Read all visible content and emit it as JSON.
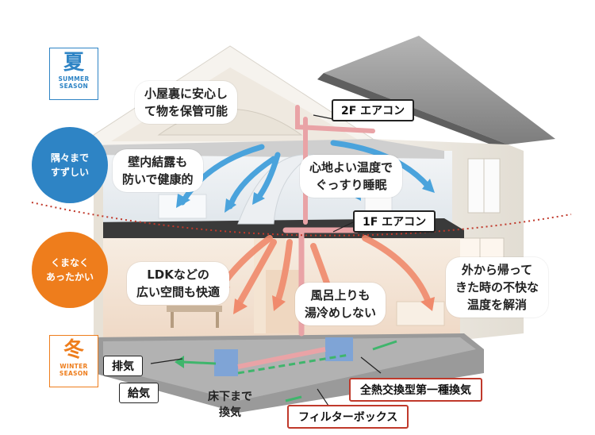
{
  "summer": {
    "badge_kanji": "夏",
    "badge_en_line1": "SUMMER",
    "badge_en_line2": "SEASON",
    "circle_text": "隅々まで\nすずしい",
    "color": "#2e84c5"
  },
  "winter": {
    "badge_kanji": "冬",
    "badge_en_line1": "WINTER",
    "badge_en_line2": "SEASON",
    "circle_text": "くまなく\nあったかい",
    "color": "#ee7d1c"
  },
  "callouts": {
    "attic_storage": "小屋裏に安心し\nて物を保管可能",
    "condensation": "壁内結露も\n防いで健康的",
    "sleep": "心地よい温度で\nぐっすり睡眠",
    "ldk": "LDKなどの\n広い空間も快適",
    "bath": "風呂上りも\n湯冷めしない",
    "return_home": "外から帰って\nきた時の不快な\n温度を解消"
  },
  "labels": {
    "ac_2f": "2F エアコン",
    "ac_1f": "1F エアコン",
    "exhaust": "排気",
    "supply": "給気",
    "underfloor": "床下まで\n換気",
    "erv": "全熱交換型第一種換気",
    "filter_box": "フィルターボックス"
  },
  "colors": {
    "cool_air": "#4aa3dc",
    "warm_air": "#f08a6c",
    "fresh_air": "#3fb56c",
    "roof": "#8f8f8f",
    "red_label_border": "#c0392b",
    "divider_dotted": "#c0392b"
  }
}
